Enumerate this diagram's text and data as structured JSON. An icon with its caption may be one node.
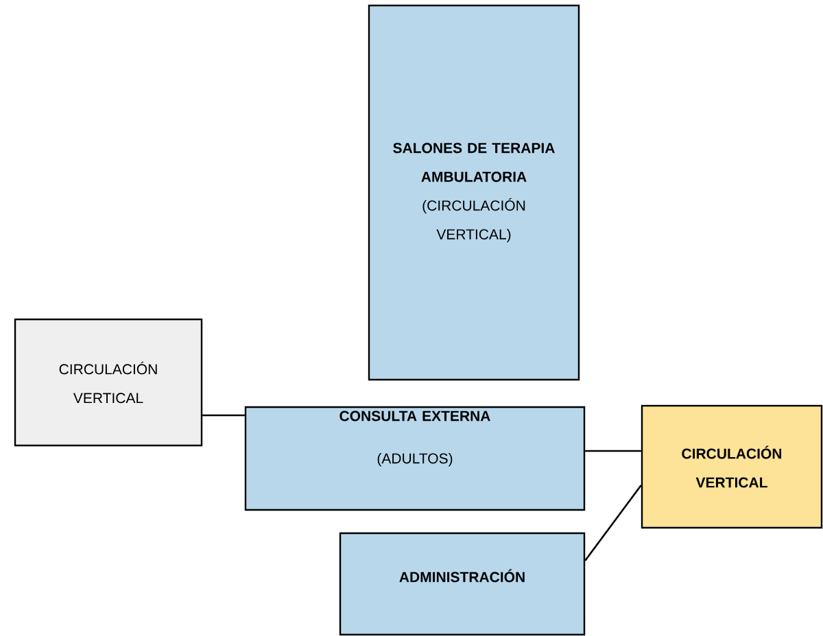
{
  "diagram": {
    "nodes": [
      {
        "text": [
          "SALONES DE TERAPIA AMBULATORIA",
          "(CIRCULACIÓN VERTICAL)"
        ]
      },
      {
        "text": [
          "CIRCULACIÓN VERTICAL"
        ]
      },
      {
        "text": [
          "CONSULTA EXTERNA",
          "(ADULTOS)"
        ]
      },
      {
        "text": [
          "CIRCULACIÓN VERTICAL"
        ]
      },
      {
        "text": [
          "ADMINISTRACIÓN"
        ]
      }
    ],
    "edges": [
      {
        "from": 1,
        "to": 2,
        "arrow": "none"
      },
      {
        "from": 2,
        "to": 3,
        "arrow": "none"
      },
      {
        "from": 4,
        "to": 3,
        "arrow": "none"
      }
    ]
  }
}
